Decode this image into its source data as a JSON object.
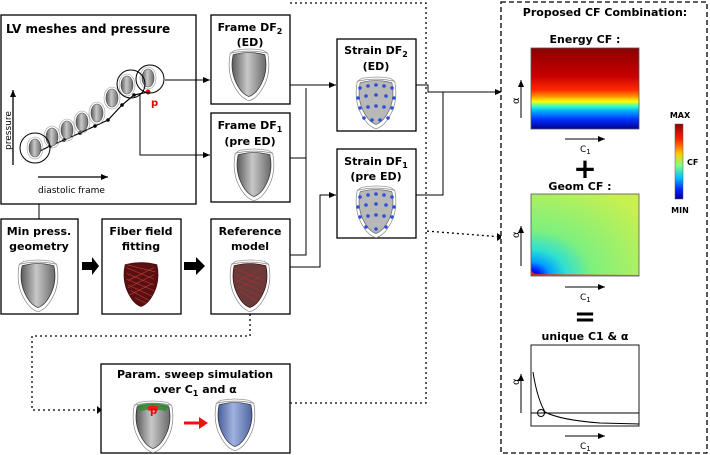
{
  "panels": {
    "lv_meshes": {
      "title": "LV meshes and pressure",
      "ylabel": "pressure",
      "xlabel": "diastolic frame",
      "marker": "p"
    },
    "frame_df2": {
      "line1": "Frame DF",
      "sub": "2",
      "line2": "(ED)"
    },
    "frame_df1": {
      "line1": "Frame DF",
      "sub": "1",
      "line2": "(pre ED)"
    },
    "strain_df2": {
      "line1": "Strain DF",
      "sub": "2",
      "line2": "(ED)"
    },
    "strain_df1": {
      "line1": "Strain DF",
      "sub": "1",
      "line2": "(pre ED)"
    },
    "min_press": {
      "line1": "Min press.",
      "line2": "geometry"
    },
    "fiber_field": {
      "line1": "Fiber field",
      "line2": "fitting"
    },
    "reference": {
      "line1": "Reference",
      "line2": "model"
    },
    "param_sweep": {
      "line1": "Param. sweep simulation",
      "line2a": "over C",
      "sub": "1",
      "line2b": " and α",
      "marker": "p"
    }
  },
  "cf_panel": {
    "title": "Proposed CF Combination:",
    "energy_title": "Energy CF :",
    "geom_title": "Geom CF :",
    "unique_title": "unique C1 & α",
    "alpha_label": "α",
    "c_label": "C",
    "c_sub": "1",
    "plus": "+",
    "equals": "=",
    "colorbar": {
      "max": "MAX",
      "label": "CF",
      "min": "MIN"
    }
  },
  "colors": {
    "heart_gray": "#9a9a9a",
    "fiber_red": "#8b1a1a",
    "strain_blue": "#2a4fd8",
    "arrow_red": "#ee1111",
    "sim_blue": "#6f86c4"
  }
}
